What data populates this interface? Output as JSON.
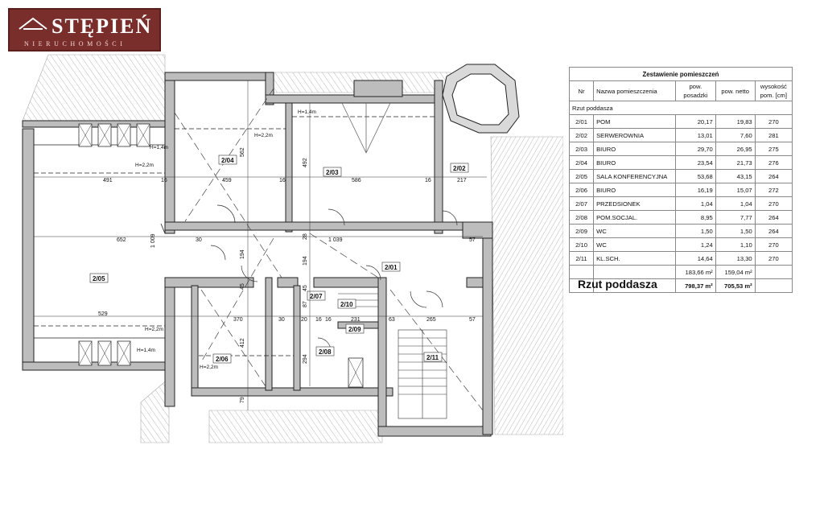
{
  "logo": {
    "brand": "STĘPIEŃ",
    "tagline": "NIERUCHOMOŚCI"
  },
  "plan": {
    "rooms": [
      {
        "id": "2/01"
      },
      {
        "id": "2/02"
      },
      {
        "id": "2/03"
      },
      {
        "id": "2/04"
      },
      {
        "id": "2/05"
      },
      {
        "id": "2/06"
      },
      {
        "id": "2/07"
      },
      {
        "id": "2/08"
      },
      {
        "id": "2/09"
      },
      {
        "id": "2/10"
      },
      {
        "id": "2/11"
      }
    ],
    "heights": {
      "h14a": "H=1,4m",
      "h14b": "H=1,4m",
      "h14c": "H=1,4m",
      "h22a": "H=2,2m",
      "h22b": "H=2,2m",
      "h22c": "H=2,2m",
      "h22d": "H=2,2m"
    },
    "dims": {
      "d491": "491",
      "d16a": "16",
      "d459": "459",
      "d16b": "16",
      "d586": "586",
      "d16c": "16",
      "d217": "217",
      "d562": "562",
      "d492": "492",
      "d652": "652",
      "d1009": "1 009",
      "d30a": "30",
      "d1039": "1 039",
      "d57a": "57",
      "d194a": "194",
      "d194b": "194",
      "d28": "28",
      "d529": "529",
      "d370": "370",
      "d30b": "30",
      "d20": "20",
      "d16d": "16",
      "d231": "231",
      "d63": "63",
      "d265": "265",
      "d57b": "57",
      "d412": "412",
      "d294": "294",
      "d79": "79",
      "d45a": "45",
      "d45b": "45",
      "d87": "87",
      "d16e": "16"
    }
  },
  "table": {
    "title": "Zestawienie pomieszczeń",
    "headers": {
      "nr": "Nr",
      "name": "Nazwa pomieszczenia",
      "gross": "pow. posadzki",
      "net": "pow. netto",
      "height": "wysokość pom. [cm]"
    },
    "section": "Rzut poddasza",
    "rows": [
      {
        "nr": "2/01",
        "name": "POM",
        "gross": "20,17",
        "net": "19,83",
        "height": "270"
      },
      {
        "nr": "2/02",
        "name": "SERWEROWNIA",
        "gross": "13,01",
        "net": "7,60",
        "height": "281"
      },
      {
        "nr": "2/03",
        "name": "BIURO",
        "gross": "29,70",
        "net": "26,95",
        "height": "275"
      },
      {
        "nr": "2/04",
        "name": "BIURO",
        "gross": "23,54",
        "net": "21,73",
        "height": "276"
      },
      {
        "nr": "2/05",
        "name": "SALA KONFERENCYJNA",
        "gross": "53,68",
        "net": "43,15",
        "height": "264"
      },
      {
        "nr": "2/06",
        "name": "BIURO",
        "gross": "16,19",
        "net": "15,07",
        "height": "272"
      },
      {
        "nr": "2/07",
        "name": "PRZEDSIONEK",
        "gross": "1,04",
        "net": "1,04",
        "height": "270"
      },
      {
        "nr": "2/08",
        "name": "POM.SOCJAL.",
        "gross": "8,95",
        "net": "7,77",
        "height": "264"
      },
      {
        "nr": "2/09",
        "name": "WC",
        "gross": "1,50",
        "net": "1,50",
        "height": "264"
      },
      {
        "nr": "2/10",
        "name": "WC",
        "gross": "1,24",
        "net": "1,10",
        "height": "270"
      },
      {
        "nr": "2/11",
        "name": "KL.SCH.",
        "gross": "14,64",
        "net": "13,30",
        "height": "270"
      }
    ],
    "subtotal": {
      "gross": "183,66 m²",
      "net": "159,04 m²"
    },
    "total": {
      "gross": "798,37 m²",
      "net": "705,53 m²"
    }
  },
  "caption": "Rzut poddasza"
}
